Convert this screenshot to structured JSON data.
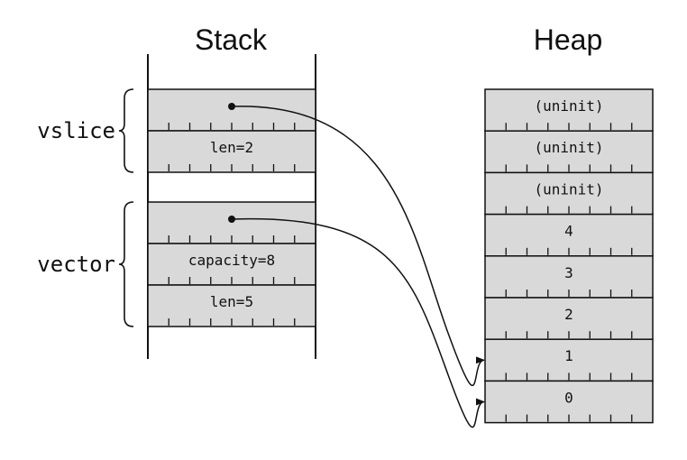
{
  "titles": {
    "stack": "Stack",
    "heap": "Heap"
  },
  "stack": {
    "groups": [
      {
        "name": "vslice",
        "cells": [
          "",
          "len=2"
        ]
      },
      {
        "name": "vector",
        "cells": [
          "",
          "capacity=8",
          "len=5"
        ]
      }
    ]
  },
  "heap": {
    "cells": [
      "(uninit)",
      "(uninit)",
      "(uninit)",
      "4",
      "3",
      "2",
      "1",
      "0"
    ]
  },
  "pointers": [
    {
      "from": "vslice",
      "to_heap_value": "1"
    },
    {
      "from": "vector",
      "to_heap_value": "0"
    }
  ]
}
